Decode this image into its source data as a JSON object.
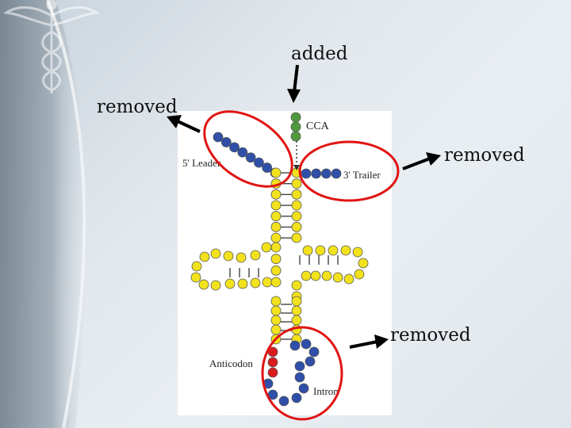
{
  "slide": {
    "annotations": {
      "added": "added",
      "removed_leader": "removed",
      "removed_trailer": "removed",
      "removed_intron": "removed"
    }
  },
  "figure": {
    "labels": {
      "cca": "CCA",
      "leader": "5' Leader",
      "trailer": "3' Trailer",
      "anticodon": "Anticodon",
      "intron": "Intron"
    },
    "colors": {
      "acceptor_bead": "#4f9a3c",
      "leader_trailer_bead": "#2f4fa8",
      "stem_bead": "#f2e21d",
      "intron_bead": "#2f4fa8",
      "anticodon_bead": "#d91d1d",
      "highlight_ring": "#e01414",
      "arrow": "#000000",
      "figure_bg": "#ffffff"
    }
  }
}
